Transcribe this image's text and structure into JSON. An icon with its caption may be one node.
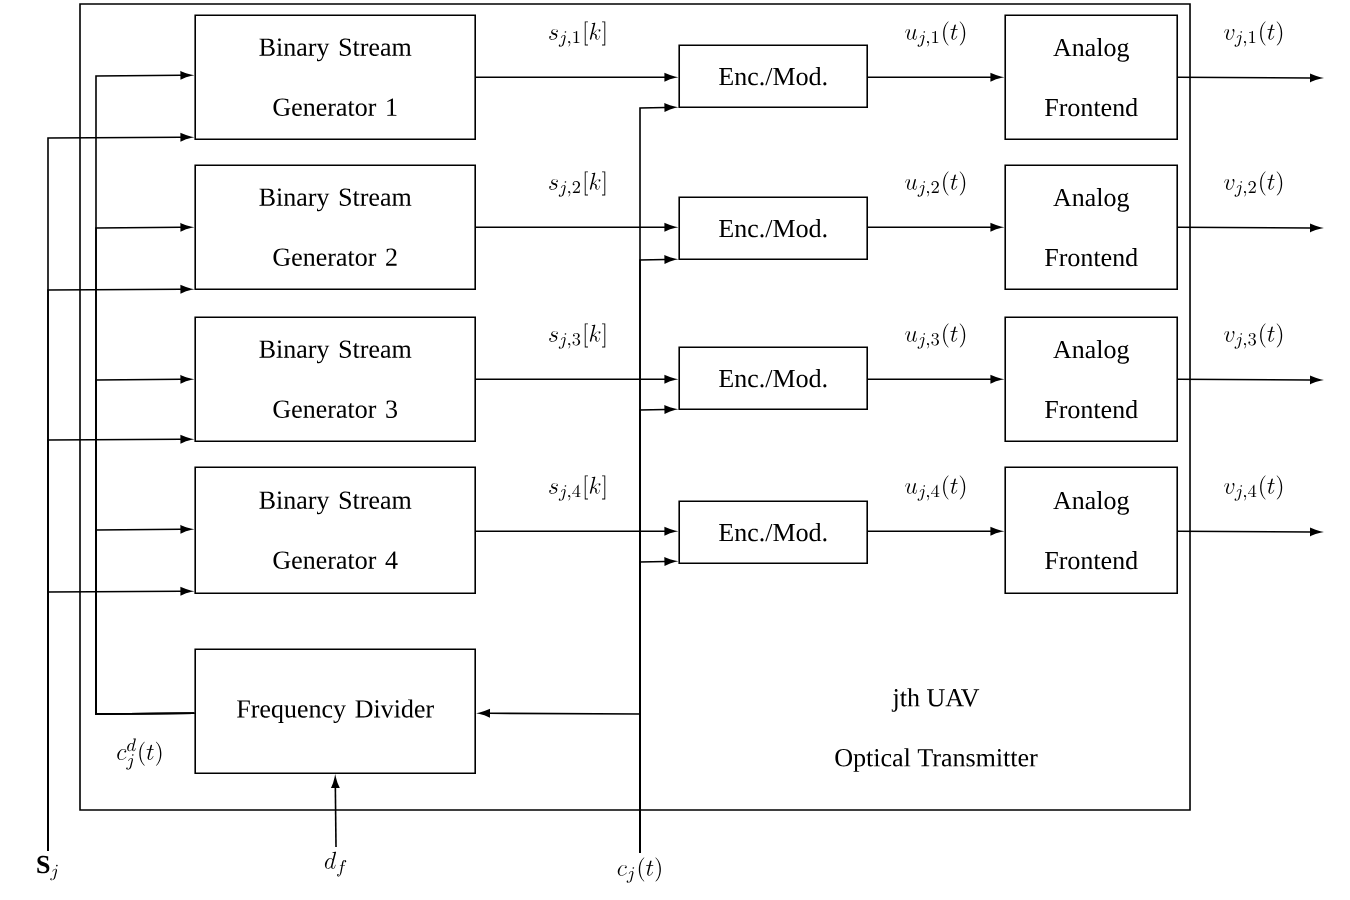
{
  "diagram": {
    "nodes": [
      {
        "text": [
          "jth UAV",
          "Optical Transmitter"
        ]
      },
      {
        "text": [
          "Binary Stream Generator 1"
        ],
        "in": 0
      },
      {
        "text": [
          "Binary Stream Generator 2"
        ],
        "in": 0
      },
      {
        "text": [
          "Binary Stream Generator 3"
        ],
        "in": 0
      },
      {
        "text": [
          "Binary Stream Generator 4"
        ],
        "in": 0
      },
      {
        "text": [
          "Frequency Divider"
        ],
        "in": 0
      },
      {
        "text": [
          "Enc./Mod."
        ],
        "in": 0
      },
      {
        "text": [
          "Enc./Mod."
        ],
        "in": 0
      },
      {
        "text": [
          "Enc./Mod."
        ],
        "in": 0
      },
      {
        "text": [
          "Enc./Mod."
        ],
        "in": 0
      },
      {
        "text": [
          "Analog Frontend"
        ],
        "in": 0
      },
      {
        "text": [
          "Analog Frontend"
        ],
        "in": 0
      },
      {
        "text": [
          "Analog Frontend"
        ],
        "in": 0
      },
      {
        "text": [
          "Analog Frontend"
        ],
        "in": 0
      },
      {
        "text": [
          "\\mathbf{S}_j"
        ]
      },
      {
        "text": [
          "d_f"
        ]
      },
      {
        "text": [
          "c_j(t)"
        ]
      }
    ],
    "edges": [
      {
        "from": 14,
        "to": 1,
        "arrow": "to"
      },
      {
        "from": 14,
        "to": 2,
        "arrow": "to"
      },
      {
        "from": 14,
        "to": 3,
        "arrow": "to"
      },
      {
        "from": 14,
        "to": 4,
        "arrow": "to"
      },
      {
        "from": 5,
        "to": 1,
        "arrow": "to",
        "label": "c_j^d(t)"
      },
      {
        "from": 5,
        "to": 2,
        "arrow": "to"
      },
      {
        "from": 5,
        "to": 3,
        "arrow": "to"
      },
      {
        "from": 5,
        "to": 4,
        "arrow": "to"
      },
      {
        "from": 15,
        "to": 5,
        "arrow": "to"
      },
      {
        "from": 16,
        "to": 5,
        "arrow": "to"
      },
      {
        "from": 16,
        "to": 6,
        "arrow": "to"
      },
      {
        "from": 16,
        "to": 7,
        "arrow": "to"
      },
      {
        "from": 16,
        "to": 8,
        "arrow": "to"
      },
      {
        "from": 16,
        "to": 9,
        "arrow": "to"
      },
      {
        "from": 1,
        "to": 6,
        "arrow": "to",
        "label": "s_{j,1}[k]"
      },
      {
        "from": 2,
        "to": 7,
        "arrow": "to",
        "label": "s_{j,2}[k]"
      },
      {
        "from": 3,
        "to": 8,
        "arrow": "to",
        "label": "s_{j,3}[k]"
      },
      {
        "from": 4,
        "to": 9,
        "arrow": "to",
        "label": "s_{j,4}[k]"
      },
      {
        "from": 6,
        "to": 10,
        "arrow": "to",
        "label": "u_{j,1}(t)"
      },
      {
        "from": 7,
        "to": 11,
        "arrow": "to",
        "label": "u_{j,2}(t)"
      },
      {
        "from": 8,
        "to": 12,
        "arrow": "to",
        "label": "u_{j,3}(t)"
      },
      {
        "from": 9,
        "to": 13,
        "arrow": "to",
        "label": "u_{j,4}(t)"
      },
      {
        "from": 10,
        "to": null,
        "arrow": "to",
        "label": "v_{j,1}(t)"
      },
      {
        "from": 11,
        "to": null,
        "arrow": "to",
        "label": "v_{j,2}(t)"
      },
      {
        "from": 12,
        "to": null,
        "arrow": "to",
        "label": "v_{j,3}(t)"
      },
      {
        "from": 13,
        "to": null,
        "arrow": "to",
        "label": "v_{j,4}(t)"
      }
    ]
  }
}
